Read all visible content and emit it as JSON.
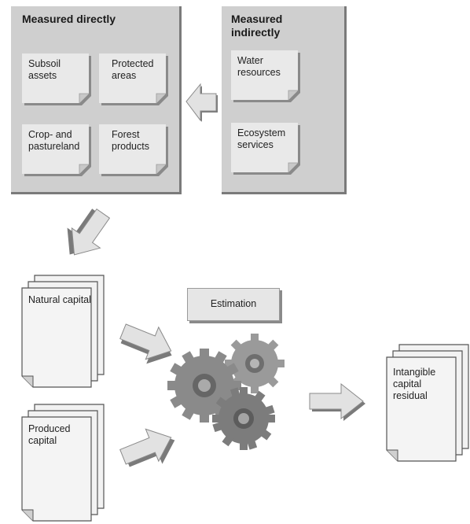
{
  "panels": {
    "direct": {
      "title": "Measured directly",
      "items": [
        "Subsoil assets",
        "Protected areas",
        "Crop- and pastureland",
        "Forest products"
      ]
    },
    "indirect": {
      "title": "Measured indirectly",
      "items": [
        "Water resources",
        "Ecosystem services"
      ]
    }
  },
  "documents": {
    "natural": "Natural capital",
    "produced": "Produced capital",
    "intangible": "Intangible capital residual"
  },
  "estimation": "Estimation",
  "colors": {
    "panel_fill": "#cfcfcf",
    "card_fill": "#e9e9e9",
    "arrow_fill": "#e2e2e2",
    "shadow": "#7a7a7a",
    "gear": "#8c8c8c"
  }
}
